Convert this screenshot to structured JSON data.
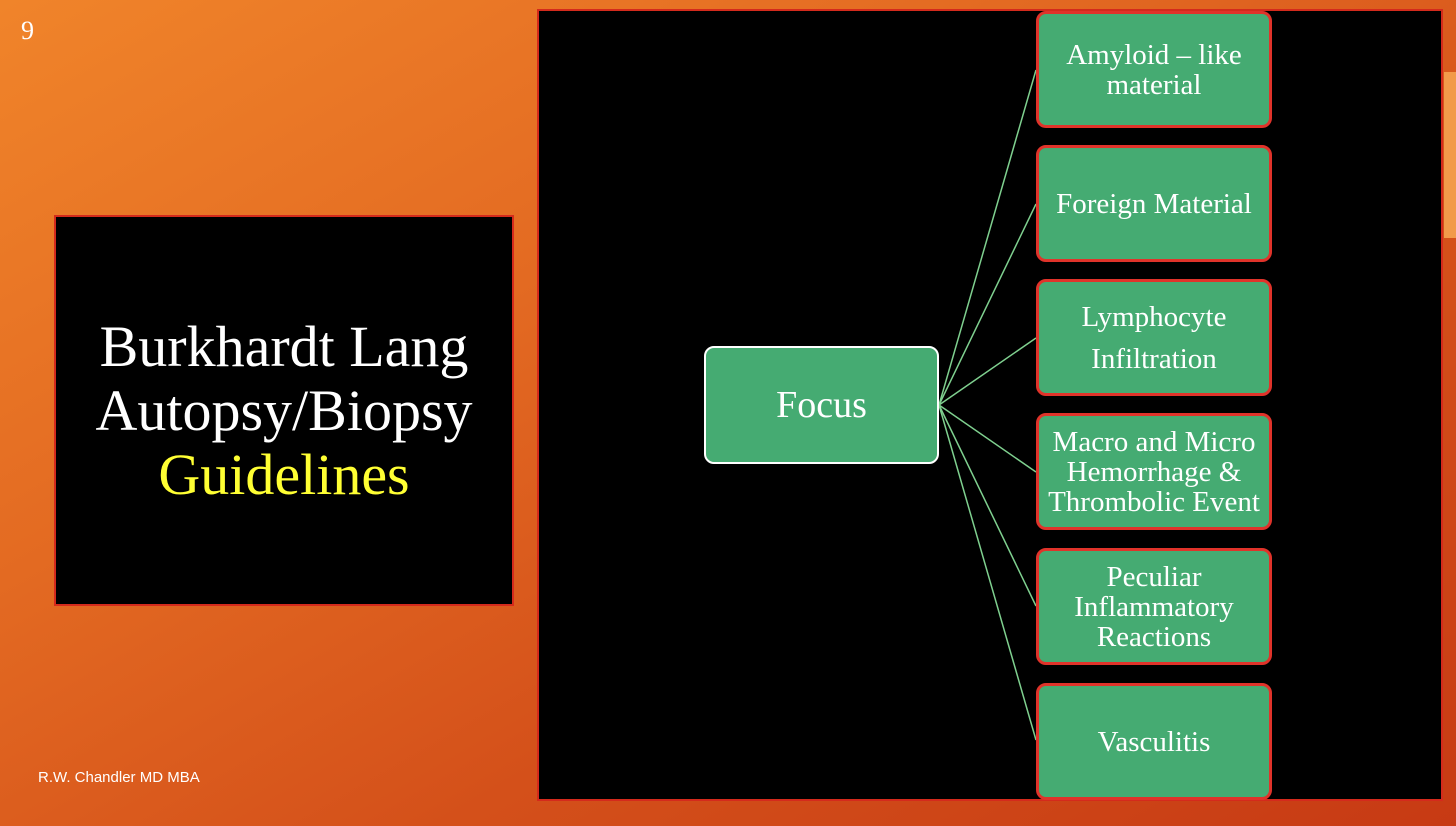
{
  "slide": {
    "number": "9",
    "title_lines": [
      "Burkhardt Lang",
      "Autopsy/Biopsy"
    ],
    "title_accent": "Guidelines",
    "credit": "R.W. Chandler MD MBA"
  },
  "diagram": {
    "center": "Focus",
    "branches": [
      "Amyloid – like material",
      "Foreign Material",
      "Lymphocyte Infiltration",
      "Macro and Micro Hemorrhage & Thrombolic Event",
      "Peculiar Inflammatory Reactions",
      "Vasculitis"
    ]
  },
  "colors": {
    "node_fill": "#45ab72",
    "leaf_border": "#e0332a",
    "connector": "#7fd08f",
    "accent_text": "#ffff33",
    "panel_border": "#d42a1c"
  }
}
